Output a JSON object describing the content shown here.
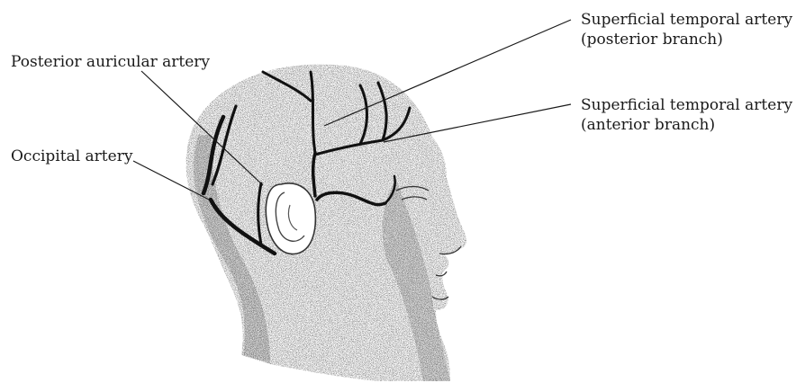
{
  "labels": {
    "posterior_auricular": "Posterior auricular artery",
    "occipital": "Occipital artery",
    "sta_posterior_line1": "Superficial temporal artery",
    "sta_posterior_line2": "(posterior branch)",
    "sta_anterior_line1": "Superficial temporal artery",
    "sta_anterior_line2": "(anterior branch)"
  },
  "colors": {
    "ink": "#1a1a1a",
    "artery": "#111111",
    "shade": "#8a8a8a"
  }
}
